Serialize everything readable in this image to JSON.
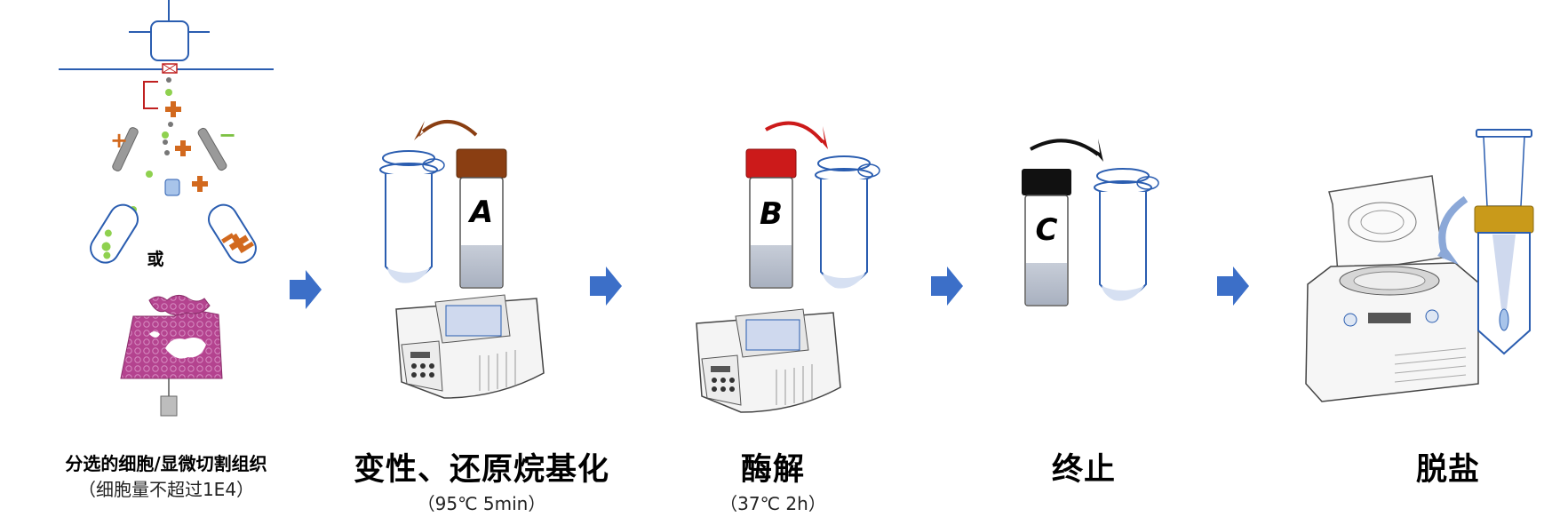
{
  "steps": [
    {
      "title": "分选的细胞/显微切割组织",
      "subtitle": "（细胞量不超过1E4）"
    },
    {
      "title": "变性、还原烷基化",
      "subtitle": "（95℃ 5min）"
    },
    {
      "title": "酶解",
      "subtitle": "（37℃ 2h）"
    },
    {
      "title": "终止",
      "subtitle": ""
    },
    {
      "title": "脱盐",
      "subtitle": ""
    }
  ],
  "labels": {
    "or": "或",
    "reagent_a": "A",
    "reagent_b": "B",
    "reagent_c": "C",
    "plus": "+",
    "minus": "−"
  },
  "colors": {
    "arrow": "#3c6fc8",
    "cap_a": "#8a3e12",
    "cap_b": "#cc1a1a",
    "cap_c": "#111111",
    "cap_tip": "#c99a1a",
    "tube_outline": "#2a5db0",
    "tissue": "#b4438f"
  }
}
